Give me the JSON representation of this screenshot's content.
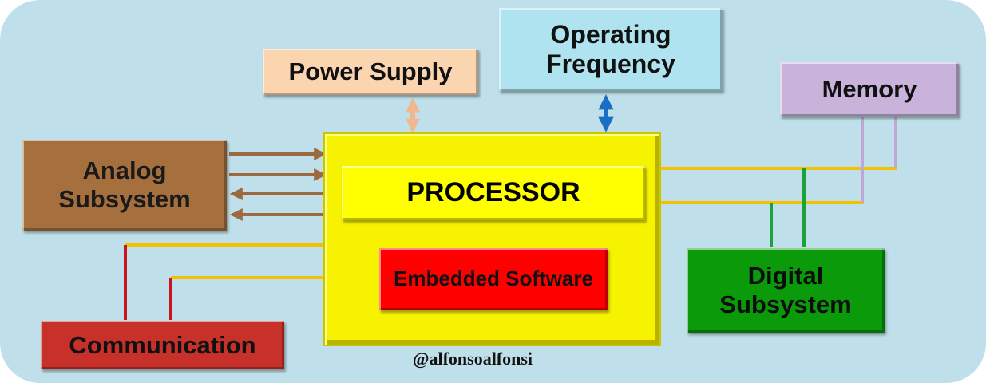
{
  "blocks": {
    "power_supply": "Power Supply",
    "operating_frequency_line1": "Operating",
    "operating_frequency_line2": "Frequency",
    "memory": "Memory",
    "analog_line1": "Analog",
    "analog_line2": "Subsystem",
    "processor": "PROCESSOR",
    "embedded_software": "Embedded Software",
    "digital_line1": "Digital",
    "digital_line2": "Subsystem",
    "communication": "Communication"
  },
  "watermark": "@alfonsoalfonsi",
  "colors": {
    "background": "#bfe0ea",
    "processor": "#f6f200",
    "analog_arrows": "#9c6a3e",
    "bus_lines": "#f2c200",
    "memory_lines": "#c0a8d6",
    "digital_lines": "#1aa33a",
    "comm_lines": "#c8141e",
    "frequency_arrow": "#1a6fc4",
    "power_arrow": "#f0b890"
  }
}
